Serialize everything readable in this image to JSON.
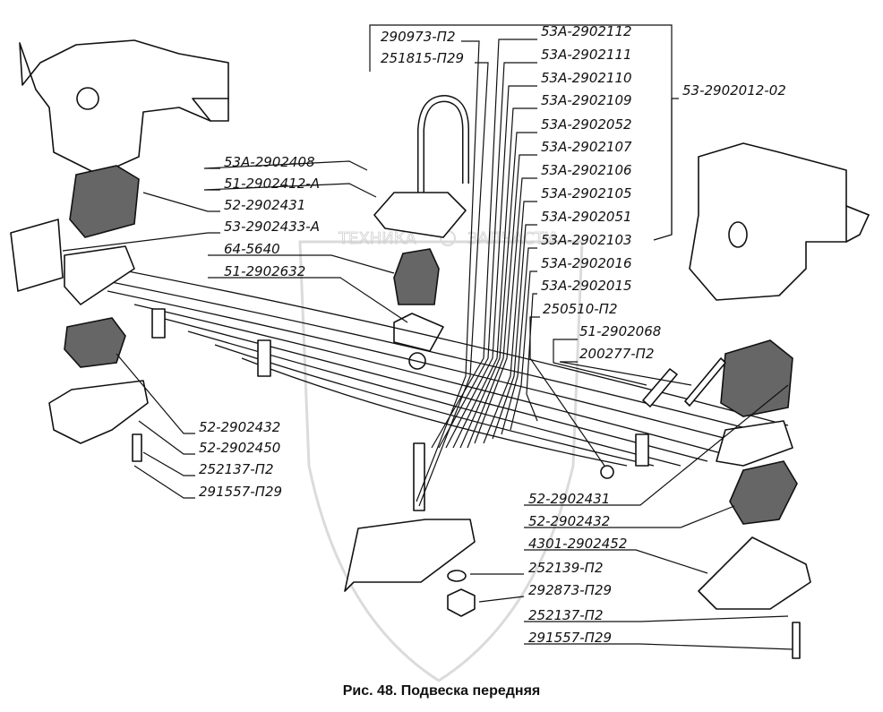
{
  "watermark": {
    "left": "ТЕХНИКА",
    "right": "ЗАПЧАСТИ"
  },
  "caption": "Рис. 48. Подвеска передняя",
  "labels_top_box_left": [
    "290973-П2",
    "251815-П29"
  ],
  "labels_top_box_right": [
    "53А-2902112",
    "53А-2902111",
    "53А-2902110",
    "53А-2902109",
    "53А-2902052",
    "53А-2902107",
    "53А-2902106",
    "53А-2902105",
    "53А-2902051",
    "53А-2902103",
    "53А-2902016",
    "53А-2902015"
  ],
  "labels_top_box_bottom": [
    "250510-П2",
    "51-2902068",
    "200277-П2"
  ],
  "label_right_top": "53-2902012-02",
  "labels_left_upper": [
    "53А-2902408",
    "51-2902412-А",
    "52-2902431",
    "53-2902433-А",
    "64-5640",
    "51-2902632"
  ],
  "labels_left_lower": [
    "52-2902432",
    "52-2902450",
    "252137-П2",
    "291557-П29"
  ],
  "labels_right_lower": [
    "52-2902431",
    "52-2902432",
    "4301-2902452",
    "252139-П2",
    "292873-П29",
    "252137-П2",
    "291557-П29"
  ]
}
